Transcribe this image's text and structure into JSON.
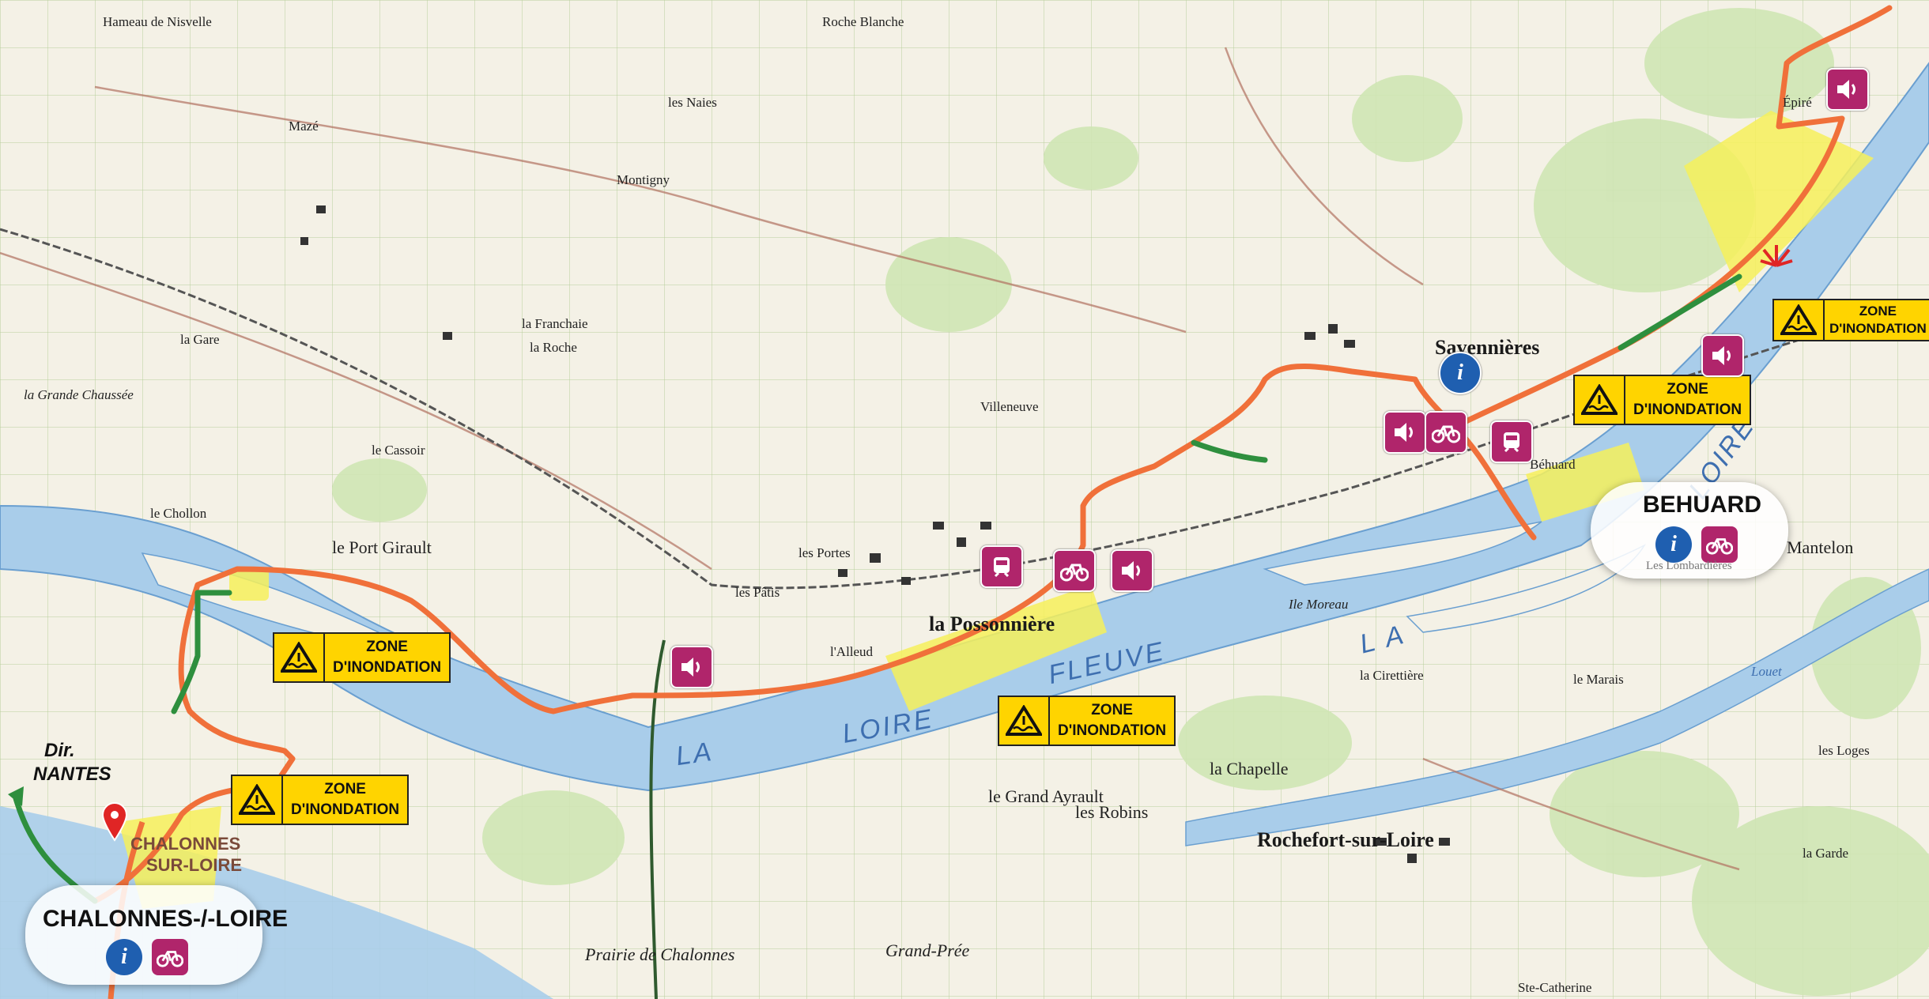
{
  "zone_label_line1": "ZONE",
  "zone_label_line2": "D'INONDATION",
  "towns": {
    "chalonnes_bubble": "CHALONNES-/-LOIRE",
    "behuard_bubble": "BEHUARD",
    "chalonnes_map": "CHALONNES",
    "chalonnes_map2": "SUR-LOIRE",
    "savennieres": "Savennières",
    "possonniere": "la Possonnière",
    "rochefort": "Rochefort-sur-Loire"
  },
  "direction": {
    "line1": "Dir.",
    "line2": "NANTES"
  },
  "river": {
    "la_left": "LA",
    "loire": "LOIRE",
    "fleuve": "FLEUVE",
    "la_right": "L A",
    "loire_right": "LOIRE"
  },
  "places": {
    "hameau": "Hameau de Nisvelle",
    "roche_blanche": "Roche Blanche",
    "les_naies": "les Naies",
    "epire": "Épiré",
    "maze": "Mazé",
    "la_gare": "la Gare",
    "la_franchaie": "la Franchaie",
    "la_roche": "la Roche",
    "port_girault": "le Port Girault",
    "alleud": "l'Alleud",
    "mantelon": "Mantelon",
    "grand_ayrault": "le Grand Ayrault",
    "les_robins": "les Robins",
    "la_chapelle": "la Chapelle",
    "grand_pree": "Grand-Prée",
    "prairie_chalonnes": "Prairie de Chalonnes",
    "behuard_small": "Béhuard",
    "les_lombardieres": "Les Lombardières",
    "villeneuve": "Villeneuve",
    "les_portes": "les Portes",
    "les_patis": "les Pâtis",
    "ile_moreau": "Ile Moreau",
    "le_marais": "le Marais",
    "la_cirettiere": "la Cirettière",
    "montigny": "Montigny",
    "la_grande_chausee": "la Grande Chaussée",
    "le_chollon": "le Chollon",
    "cassoir": "le Cassoir",
    "le_louet": "Louet",
    "ste_catherine": "Ste-Catherine",
    "les_loges": "les Loges",
    "la_garde": "la Garde"
  },
  "colors": {
    "route_orange": "#f0703a",
    "route_green": "#2e8f3e",
    "river_blue": "#a9cdea",
    "flood_yellow": "#f6f05a",
    "tourism_magenta": "#b0256b",
    "forest_green": "#cfe5b4",
    "field_cream": "#f4f1e6"
  },
  "icons": [
    "sound-icon",
    "bike-icon",
    "train-icon",
    "tourist-info-icon",
    "pin-icon",
    "flood-warning-icon"
  ]
}
